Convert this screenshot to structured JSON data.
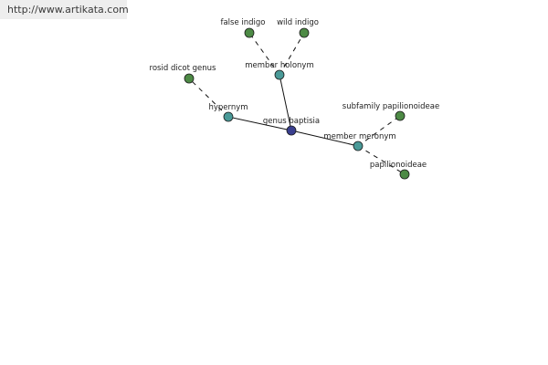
{
  "site": {
    "url": "http://www.artikata.com"
  },
  "graph": {
    "colors": {
      "central_node": "#3a3f8f",
      "relation_node": "#4a9a98",
      "leaf_node": "#4d8a45",
      "edge": "#111111"
    },
    "nodes": {
      "genus_baptisia": {
        "label": "genus baptisia",
        "kind": "central"
      },
      "member_holonym": {
        "label": "member holonym",
        "kind": "relation"
      },
      "hypernym": {
        "label": "hypernym",
        "kind": "relation"
      },
      "member_meronym": {
        "label": "member meronym",
        "kind": "relation"
      },
      "false_indigo": {
        "label": "false indigo",
        "kind": "leaf"
      },
      "wild_indigo": {
        "label": "wild indigo",
        "kind": "leaf"
      },
      "rosid_dicot_genus": {
        "label": "rosid dicot genus",
        "kind": "leaf"
      },
      "subfamily_papilionoideae": {
        "label": "subfamily papilionoideae",
        "kind": "leaf"
      },
      "papilionoideae": {
        "label": "papilionoideae",
        "kind": "leaf"
      }
    },
    "edges": [
      {
        "from": "genus_baptisia",
        "to": "member_holonym",
        "style": "solid"
      },
      {
        "from": "genus_baptisia",
        "to": "hypernym",
        "style": "solid"
      },
      {
        "from": "genus_baptisia",
        "to": "member_meronym",
        "style": "solid"
      },
      {
        "from": "member_holonym",
        "to": "false_indigo",
        "style": "dashed"
      },
      {
        "from": "member_holonym",
        "to": "wild_indigo",
        "style": "dashed"
      },
      {
        "from": "hypernym",
        "to": "rosid_dicot_genus",
        "style": "dashed"
      },
      {
        "from": "member_meronym",
        "to": "subfamily_papilionoideae",
        "style": "dashed"
      },
      {
        "from": "member_meronym",
        "to": "papilionoideae",
        "style": "dashed"
      }
    ]
  }
}
